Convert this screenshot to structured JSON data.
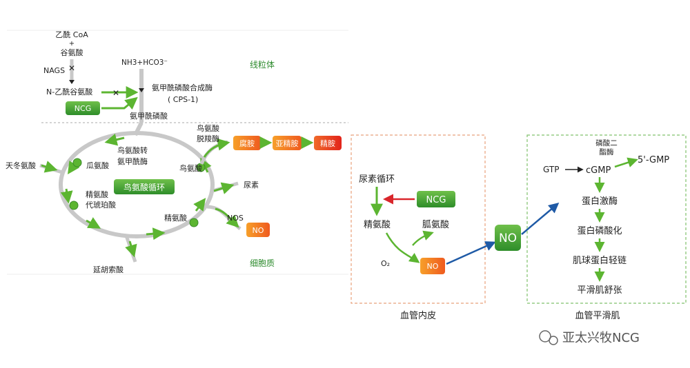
{
  "left_panel": {
    "acetyl_coa": "乙酰 CoA",
    "plus": "+",
    "glutamate": "谷氨酸",
    "nags": "NAGS",
    "nag": "N-乙酰谷氨酸",
    "ammonia": "NH3+HCO3⁻",
    "cps1_enzyme": "氨甲酰磷酸合成酶",
    "cps1_abbr": "( CPS-1)",
    "ncg": "NCG",
    "carbamoyl_phosphate": "氨甲酰磷酸",
    "mitochondria": "线粒体",
    "cytoplasm": "细胞质",
    "ornithine_decarboxylase": [
      "鸟氨酸",
      "脱羧酶"
    ],
    "putrescine": "腐胺",
    "spermidine": "亚精胺",
    "spermine": "精胺",
    "otc": [
      "鸟氨酸转",
      "氨甲酰酶"
    ],
    "citrulline": "瓜氨酸",
    "ornithine": "鸟氨酸",
    "aspartate": "天冬氨酸",
    "ornithine_cycle": "鸟氨酸循环",
    "argininosuccinate": [
      "精氨酸",
      "代琥珀酸"
    ],
    "urea": "尿素",
    "nos": "NOS",
    "no": "NO",
    "arginine": "精氨酸",
    "fumarate": "延胡索酸"
  },
  "middle_panel": {
    "urea_cycle": "尿素循环",
    "ncg": "NCG",
    "arginine": "精氨酸",
    "guanidine": "胍氨酸",
    "o2": "O₂",
    "no": "NO",
    "caption": "血管内皮"
  },
  "no_center": "NO",
  "right_panel": {
    "gtp": "GTP",
    "cgmp": "cGMP",
    "pde": [
      "磷酸二",
      "酯酶"
    ],
    "gmp": "5'-GMP",
    "protein_kinase": "蛋白激酶",
    "phosphorylation": "蛋白磷酸化",
    "myosin_light_chain": "肌球蛋白轻链",
    "relaxation": "平滑肌舒张",
    "caption": "血管平滑肌"
  },
  "watermark": "亚太兴牧NCG",
  "colors": {
    "green": "#5cb531",
    "dark_green": "#2e8b2e",
    "gray": "#c8c8c8",
    "red": "#d9262b",
    "blue": "#1f5aa6",
    "orange_dash": "#e8a07a",
    "green_dash": "#7fc06a"
  }
}
